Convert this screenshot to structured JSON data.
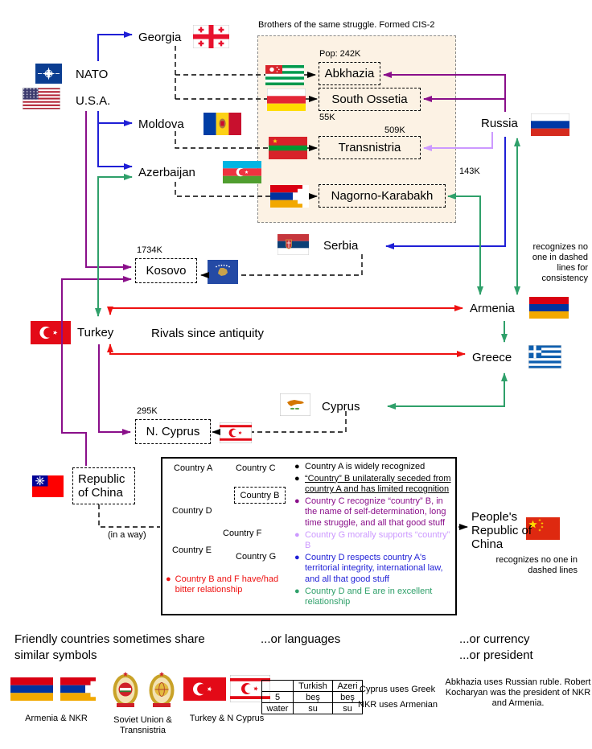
{
  "palette": {
    "blue": "#1f1fd6",
    "purple": "#8a0f8a",
    "violet": "#cc99ff",
    "green": "#2fa06a",
    "red": "#ee1111",
    "box_bg": "#fcf2e4"
  },
  "nodes": {
    "georgia": "Georgia",
    "nato": "NATO",
    "usa": "U.S.A.",
    "moldova": "Moldova",
    "azerbaijan": "Azerbaijan",
    "russia": "Russia",
    "serbia": "Serbia",
    "kosovo": "Kosovo",
    "kosovo_pop": "1734K",
    "turkey": "Turkey",
    "armenia": "Armenia",
    "greece": "Greece",
    "cyprus": "Cyprus",
    "n_cyprus": "N. Cyprus",
    "n_cyprus_pop": "295K",
    "republic_of_china": "Republic of China",
    "peoples_republic_of_china": "People's Republic of China"
  },
  "cis2": {
    "title": "Brothers of the same struggle. Formed CIS-2",
    "abkhazia": "Abkhazia",
    "abkhazia_pop": "Pop: 242K",
    "south_ossetia": "South Ossetia",
    "south_ossetia_pop": "55K",
    "transnistria": "Transnistria",
    "transnistria_pop": "509K",
    "nagorno_karabakh": "Nagorno-Karabakh",
    "nagorno_karabakh_pop": "143K"
  },
  "annotations": {
    "rivals": "Rivals since antiquity",
    "armenia_note": "recognizes no one in dashed lines for consistency",
    "in_a_way": "(in a way)",
    "prc_note": "recognizes no one in dashed lines"
  },
  "legend": {
    "mini": {
      "a": "Country A",
      "b": "Country B",
      "c": "Country C",
      "d": "Country D",
      "e": "Country E",
      "f": "Country F",
      "g": "Country G"
    },
    "red_note": "Country B and F have/had bitter relationship",
    "bullets": [
      {
        "color": "#000000",
        "text": "Country A is widely recognized"
      },
      {
        "color": "#000000",
        "text": "“Country” B unilaterally seceded from country A and has limited recognition"
      },
      {
        "color": "#8a0f8a",
        "text": "Country C recognize “country” B, in the name of self-determination, long time struggle, and all that good stuff"
      },
      {
        "color": "#cc99ff",
        "text": "Country G morally supports “country” B"
      },
      {
        "color": "#1f1fd6",
        "text": "Country D respects country A's territorial integrity, international law, and all that good stuff"
      },
      {
        "color": "#2fa06a",
        "text": "Country D and E are in excellent relationship"
      }
    ]
  },
  "bottom": {
    "friendly_heading": "Friendly countries sometimes share similar symbols",
    "or_languages": "...or languages",
    "or_currency": "...or currency",
    "or_president": "...or president",
    "groups": {
      "armenia_nkr": "Armenia & NKR",
      "soviet_transnistria": "Soviet Union & Transnistria",
      "turkey_ncyprus": "Turkey & N Cyprus"
    },
    "table": {
      "rows": [
        [
          "",
          "Turkish",
          "Azeri"
        ],
        [
          "5",
          "beş",
          "beş"
        ],
        [
          "water",
          "su",
          "su"
        ]
      ]
    },
    "language_notes": {
      "cyprus": "Cyprus uses Greek",
      "nkr": "NKR uses Armenian"
    },
    "ruble_note": "Abkhazia uses Russian ruble. Robert Kocharyan was the president of NKR and Armenia."
  }
}
